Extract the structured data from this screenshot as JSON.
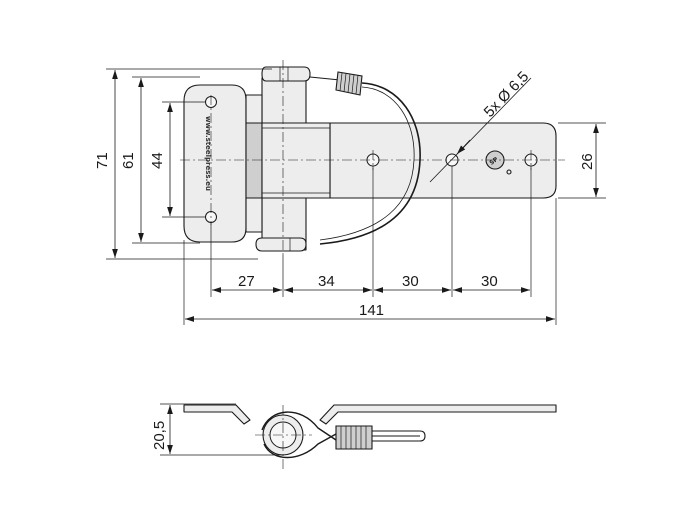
{
  "dimensions": {
    "height_overall": "71",
    "height_holes": "61",
    "hole_spacing_vertical": "44",
    "plate_width": "26",
    "hole_spec": "5x Ø 6,5",
    "span_1": "27",
    "span_2": "34",
    "span_3": "30",
    "span_4": "30",
    "length_overall": "141",
    "side_height": "20,5"
  },
  "engraving": "www.steelpress.eu",
  "colors": {
    "line": "#1a1a1a",
    "metal": "#ededed",
    "shadow": "#cfcfcf",
    "background": "#ffffff"
  }
}
